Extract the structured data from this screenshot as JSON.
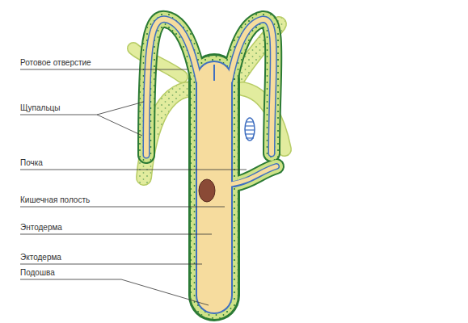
{
  "diagram": {
    "labels": [
      "Ротовое отверстие",
      "Щупальцы",
      "Почка",
      "Кишечная полость",
      "Энтодерма",
      "Эктодерма",
      "Подошва"
    ]
  }
}
